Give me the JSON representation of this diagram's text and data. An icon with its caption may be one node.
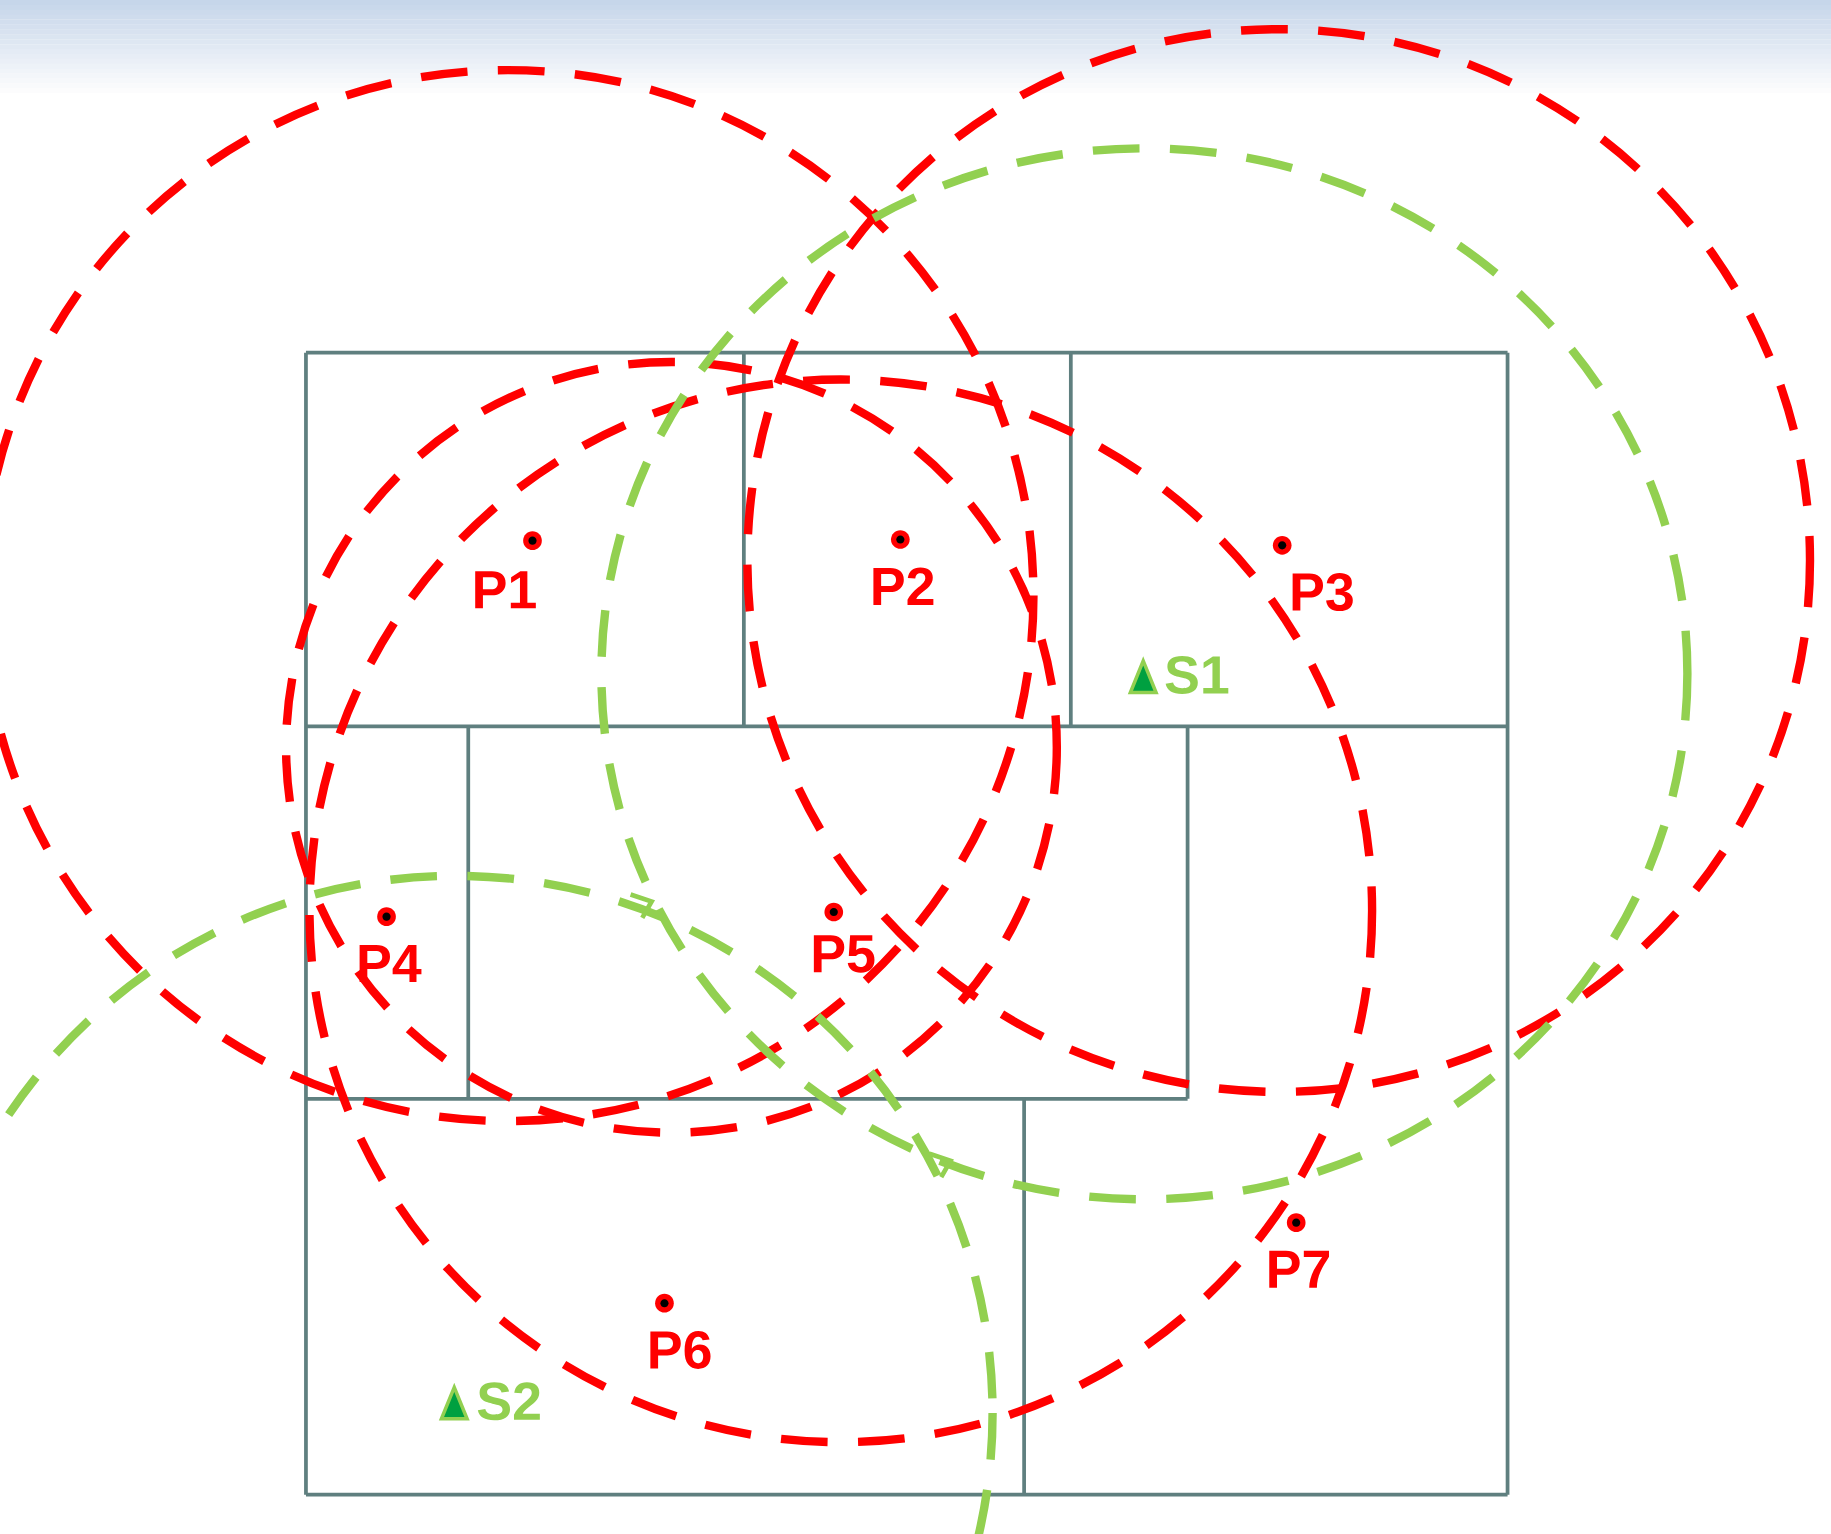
{
  "diagram": {
    "labels": [
      "P1",
      "P2",
      "P3",
      "S1",
      "P4",
      "P5",
      "P7",
      "P6",
      "S2"
    ]
  }
}
